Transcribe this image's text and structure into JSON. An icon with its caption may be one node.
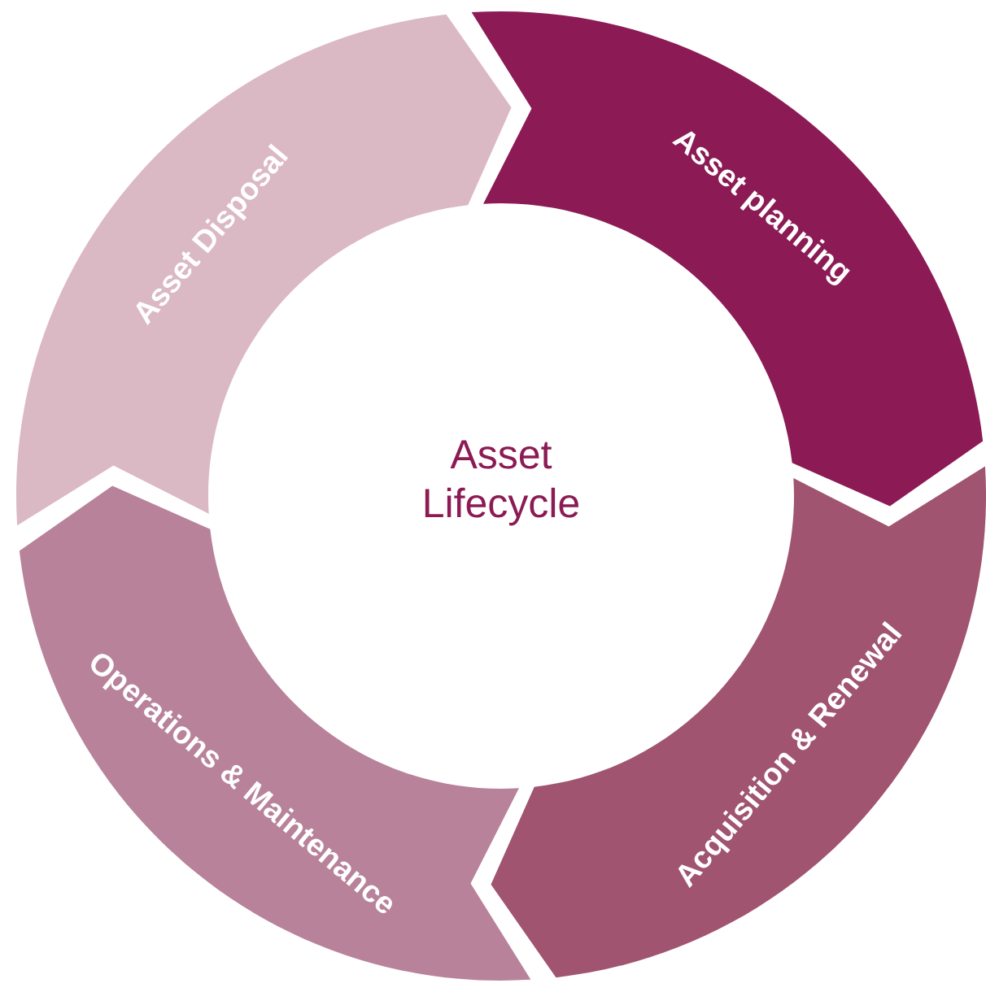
{
  "diagram": {
    "nodes": [
      {
        "text": [
          "Asset Disposal"
        ]
      },
      {
        "text": [
          "Asset planning"
        ]
      },
      {
        "text": [
          "Asset Lifecycle"
        ]
      },
      {
        "text": [
          "Operations & Maintenance"
        ]
      },
      {
        "text": [
          "Acquisition & Renewal"
        ]
      }
    ]
  }
}
